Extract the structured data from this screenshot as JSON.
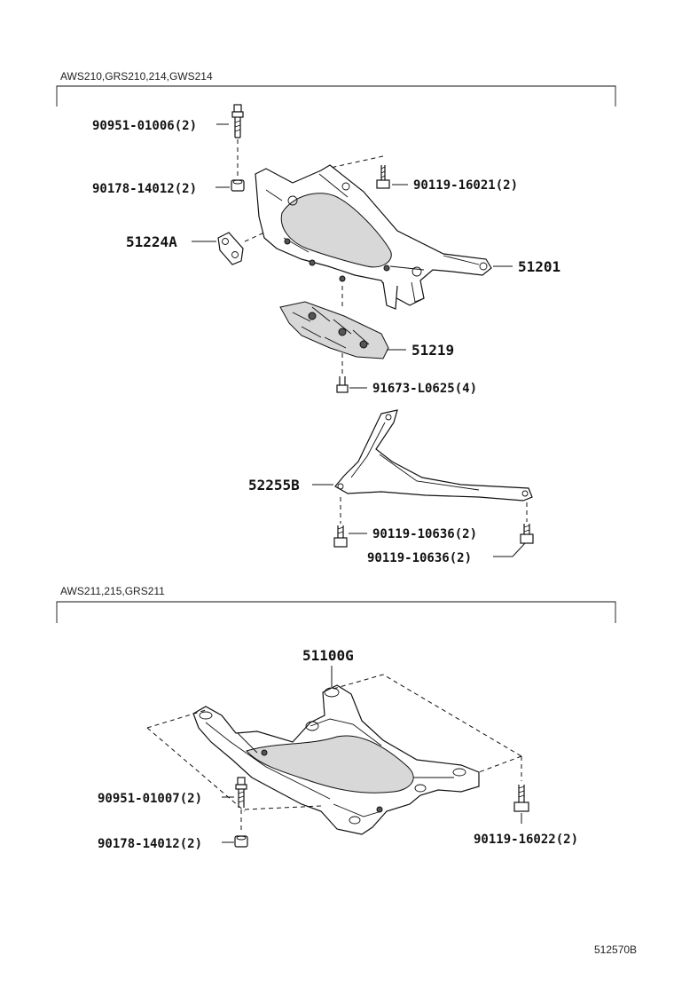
{
  "sections": [
    {
      "applicability": "AWS210,GRS210,214,GWS214",
      "callouts": [
        {
          "id": "bolt-top",
          "part_no": "90951-01006",
          "qty": "(2)"
        },
        {
          "id": "nut-top",
          "part_no": "90178-14012",
          "qty": "(2)"
        },
        {
          "id": "bolt-right",
          "part_no": "90119-16021",
          "qty": "(2)"
        },
        {
          "id": "bracket",
          "part_no": "51224A",
          "qty": ""
        },
        {
          "id": "crossmember",
          "part_no": "51201",
          "qty": ""
        },
        {
          "id": "plate",
          "part_no": "51219",
          "qty": ""
        },
        {
          "id": "screw-plate",
          "part_no": "91673-L0625",
          "qty": "(4)"
        },
        {
          "id": "brace",
          "part_no": "52255B",
          "qty": ""
        },
        {
          "id": "bolt-brace-left",
          "part_no": "90119-10636",
          "qty": "(2)"
        },
        {
          "id": "bolt-brace-right",
          "part_no": "90119-10636",
          "qty": "(2)"
        }
      ]
    },
    {
      "applicability": "AWS211,215,GRS211",
      "callouts": [
        {
          "id": "subframe-assy",
          "part_no": "51100G",
          "qty": ""
        },
        {
          "id": "bolt-front",
          "part_no": "90951-01007",
          "qty": "(2)"
        },
        {
          "id": "nut-front",
          "part_no": "90178-14012",
          "qty": "(2)"
        },
        {
          "id": "bolt-rear",
          "part_no": "90119-16022",
          "qty": "(2)"
        }
      ]
    }
  ],
  "drawing_code": "512570B"
}
